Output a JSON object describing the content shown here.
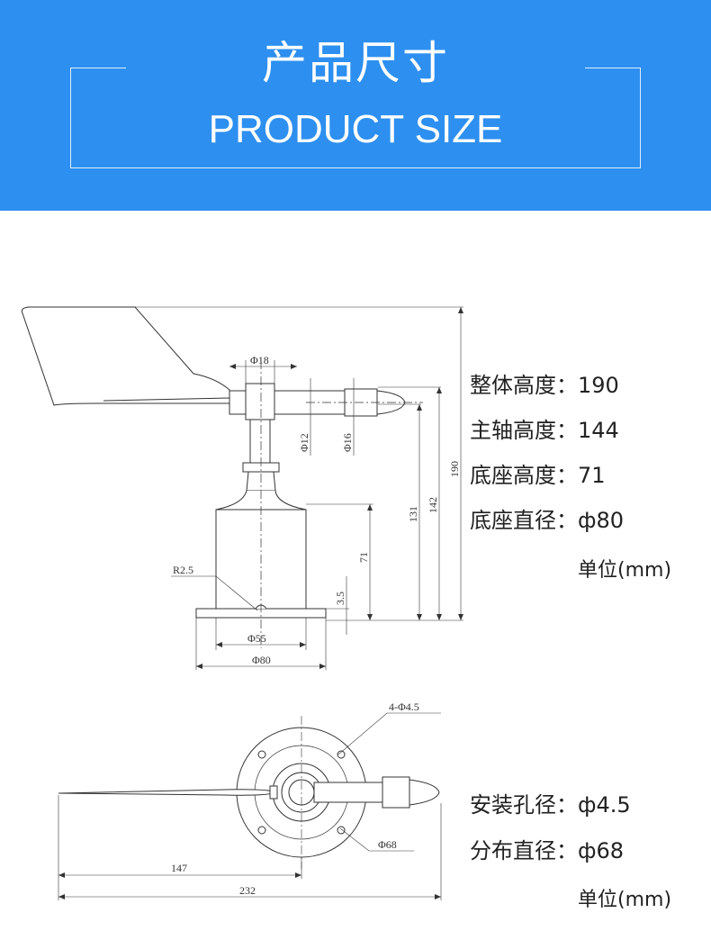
{
  "header": {
    "title_cn": "产品尺寸",
    "title_en": "PRODUCT SIZE"
  },
  "front_view": {
    "specs": [
      {
        "label": "整体高度",
        "value": "190"
      },
      {
        "label": "主轴高度",
        "value": "144"
      },
      {
        "label": "底座高度",
        "value": "71"
      },
      {
        "label": "底座直径",
        "value": "ф80"
      }
    ],
    "unit": "单位(mm)",
    "dims": {
      "d18": "Φ18",
      "d12": "Φ12",
      "d16": "Φ16",
      "r25": "R2.5",
      "d55": "Φ55",
      "d80": "Φ80",
      "h190": "190",
      "h142": "142",
      "h131": "131",
      "h71": "71",
      "h35": "3.5"
    }
  },
  "top_view": {
    "specs": [
      {
        "label": "安装孔径",
        "value": "ф4.5"
      },
      {
        "label": "分布直径",
        "value": "ф68"
      }
    ],
    "unit": "单位(mm)",
    "dims": {
      "holes": "4-Φ4.5",
      "d68": "Φ68",
      "l147": "147",
      "l232": "232"
    }
  }
}
